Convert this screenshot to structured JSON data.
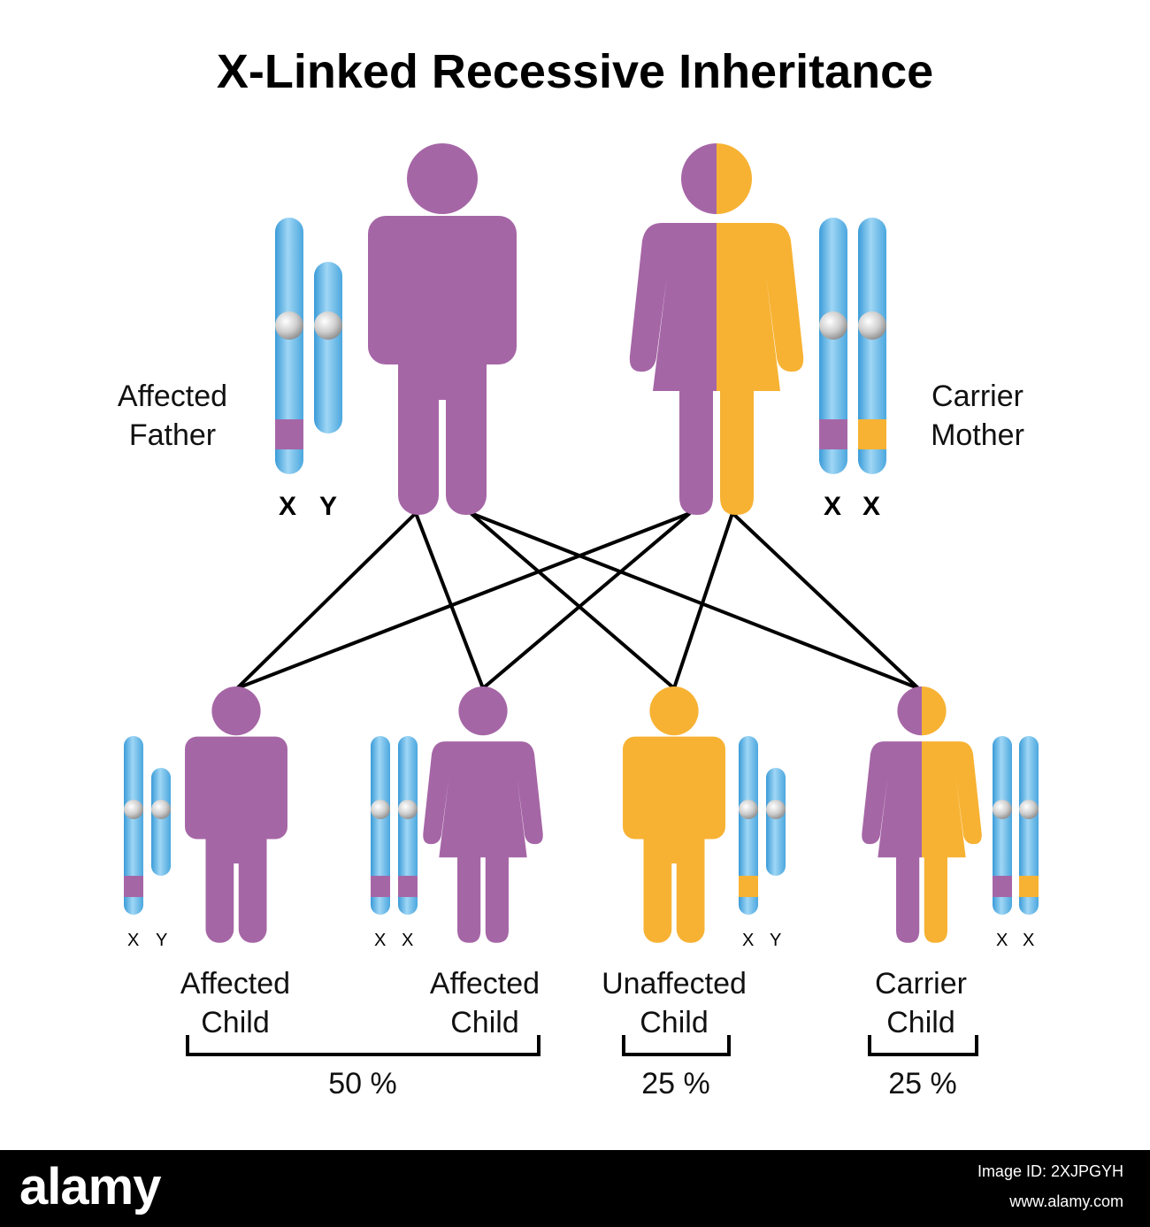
{
  "title": "X-Linked Recessive Inheritance",
  "colors": {
    "affected": "#a566a6",
    "carrier_gene": "#f7b233",
    "chromosome": "#61b6e8",
    "line": "#000000"
  },
  "parents": {
    "father": {
      "label_line1": "Affected",
      "label_line2": "Father",
      "chrom_left": "X",
      "chrom_right": "Y"
    },
    "mother": {
      "label_line1": "Carrier",
      "label_line2": "Mother",
      "chrom_left": "X",
      "chrom_right": "X"
    }
  },
  "children": [
    {
      "label_line1": "Affected",
      "label_line2": "Child",
      "chrom_left": "X",
      "chrom_right": "Y"
    },
    {
      "label_line1": "Affected",
      "label_line2": "Child",
      "chrom_left": "X",
      "chrom_right": "X"
    },
    {
      "label_line1": "Unaffected",
      "label_line2": "Child",
      "chrom_left": "X",
      "chrom_right": "Y"
    },
    {
      "label_line1": "Carrier",
      "label_line2": "Child",
      "chrom_left": "X",
      "chrom_right": "X"
    }
  ],
  "percentages": {
    "affected": "50 %",
    "unaffected": "25 %",
    "carrier": "25 %"
  },
  "watermark": {
    "brand": "alamy",
    "image_id": "Image ID: 2XJPGYH",
    "site": "www.alamy.com"
  }
}
